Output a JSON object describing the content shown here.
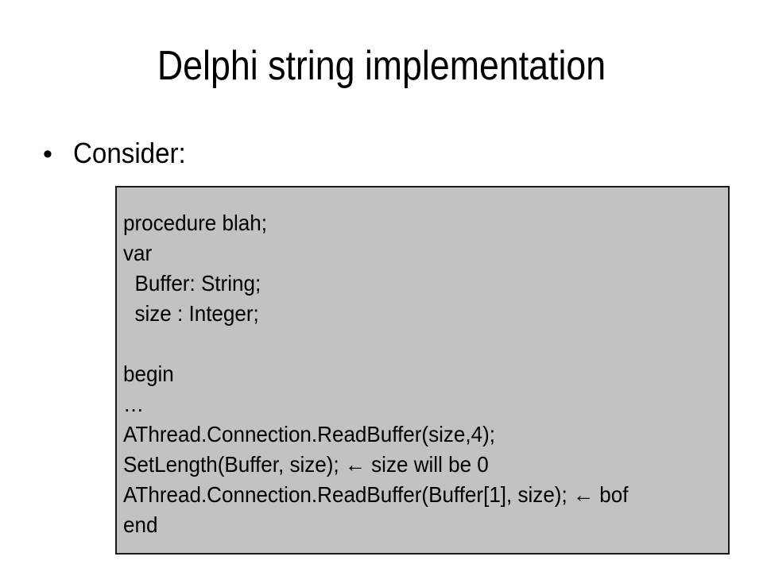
{
  "slide": {
    "title": "Delphi string implementation",
    "background_color": "#ffffff",
    "text_color": "#000000",
    "bullet": {
      "marker": "•",
      "text": "Consider:"
    },
    "code_box": {
      "fill_color": "#c2c2c2",
      "border_color": "#1a1a1a",
      "lines": [
        {
          "text": "procedure blah;"
        },
        {
          "text": "var"
        },
        {
          "text": "  Buffer: String;"
        },
        {
          "text": "  size : Integer;"
        },
        {
          "text": ""
        },
        {
          "text": "begin"
        },
        {
          "text": "…"
        },
        {
          "text": "AThread.Connection.ReadBuffer(size,4);"
        },
        {
          "text": "SetLength(Buffer, size); ← size will be 0"
        },
        {
          "text": "AThread.Connection.ReadBuffer(Buffer[1], size); ← bof"
        },
        {
          "text": "end"
        }
      ]
    }
  }
}
